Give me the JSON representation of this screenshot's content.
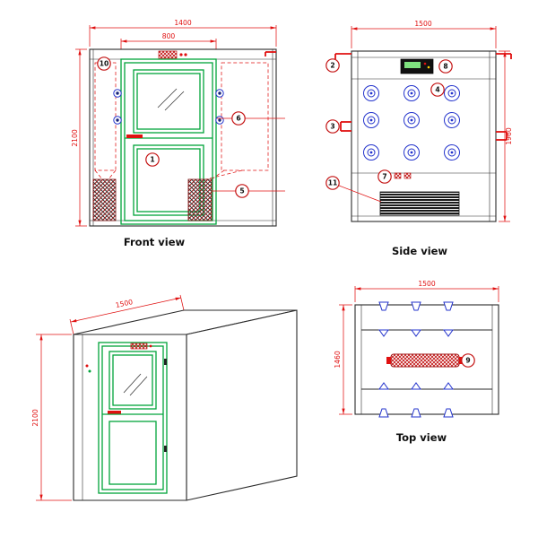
{
  "views": {
    "front": {
      "label": "Front view",
      "dimensions": {
        "overall_width": "1400",
        "door_width": "800",
        "overall_height": "2100"
      },
      "callouts": {
        "interlock_indicator": "10",
        "door": "1",
        "side_nozzle": "6",
        "return_grille": "5"
      }
    },
    "side": {
      "label": "Side view",
      "dimensions": {
        "overall_depth": "1500",
        "overall_height": "1960"
      },
      "callouts": {
        "top_hinge": "2",
        "control_panel": "8",
        "air_nozzles": "4",
        "door_closer": "3",
        "indicator_lamps": "7",
        "exhaust_grille": "11"
      }
    },
    "isometric": {
      "dimensions": {
        "depth": "1500",
        "height": "2100"
      }
    },
    "top": {
      "label": "Top view",
      "dimensions": {
        "overall_depth": "1500",
        "overall_width": "1460"
      },
      "callouts": {
        "blower": "9"
      }
    }
  },
  "colors": {
    "outline": "#2a2a2a",
    "dimension": "#e01010",
    "door": "#00a33a",
    "nozzle": "#2333cc",
    "callout-ring": "#c41414"
  }
}
